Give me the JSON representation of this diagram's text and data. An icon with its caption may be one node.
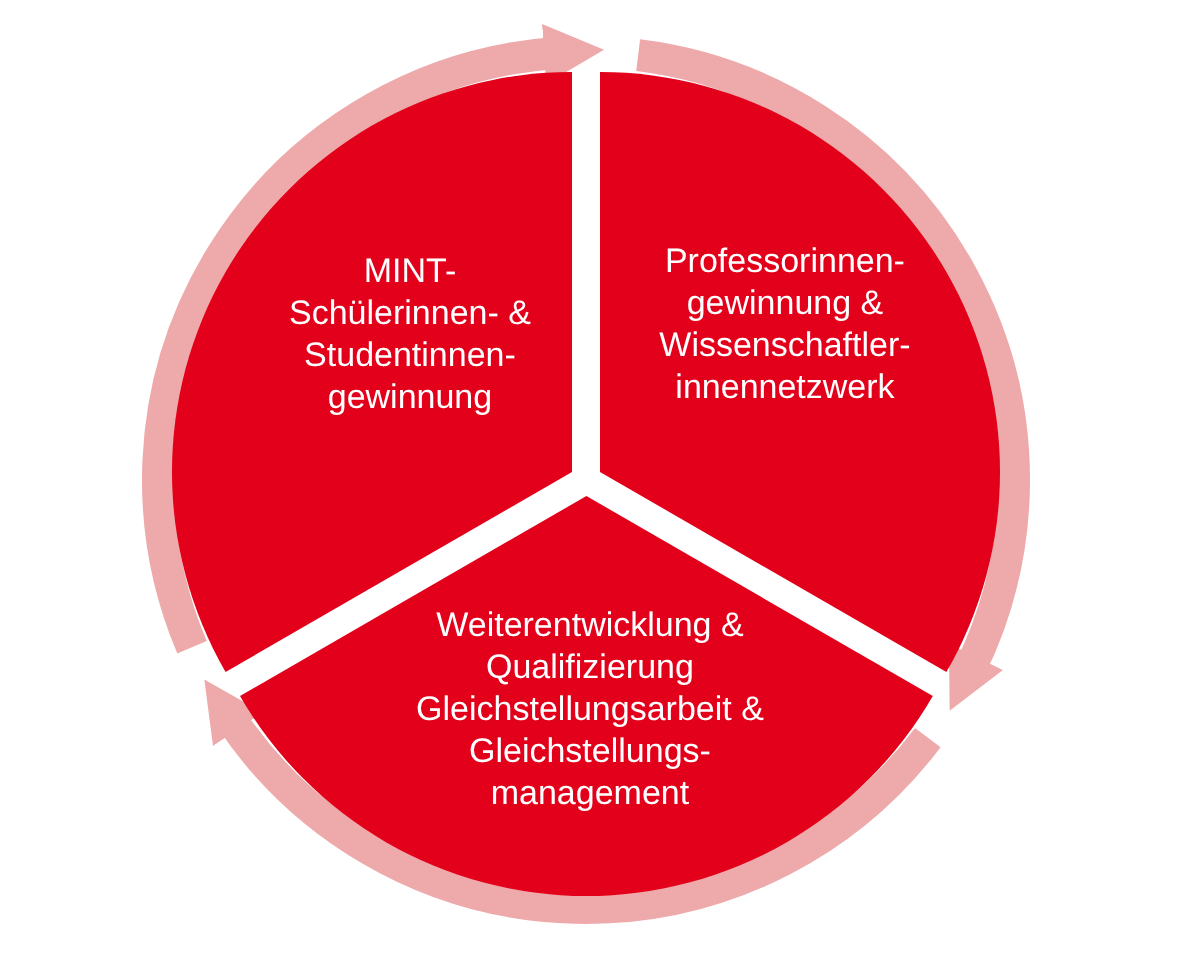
{
  "diagram": {
    "nodes": [
      {
        "text": [
          "MINT- Schülerinnen- & Studentinnen-gewinnung"
        ]
      },
      {
        "text": [
          "Professorinnen-gewinnung & Wissenschaftler-innennetzwerk"
        ]
      },
      {
        "text": [
          "Weiterentwicklung & Qualifizierung Gleichstellungsarbeit & Gleichstellungs-management"
        ]
      }
    ],
    "edges": [
      {
        "from": 0,
        "to": 1,
        "arrow": "to"
      },
      {
        "from": 1,
        "to": 2,
        "arrow": "to"
      },
      {
        "from": 2,
        "to": 0,
        "arrow": "to"
      }
    ]
  }
}
